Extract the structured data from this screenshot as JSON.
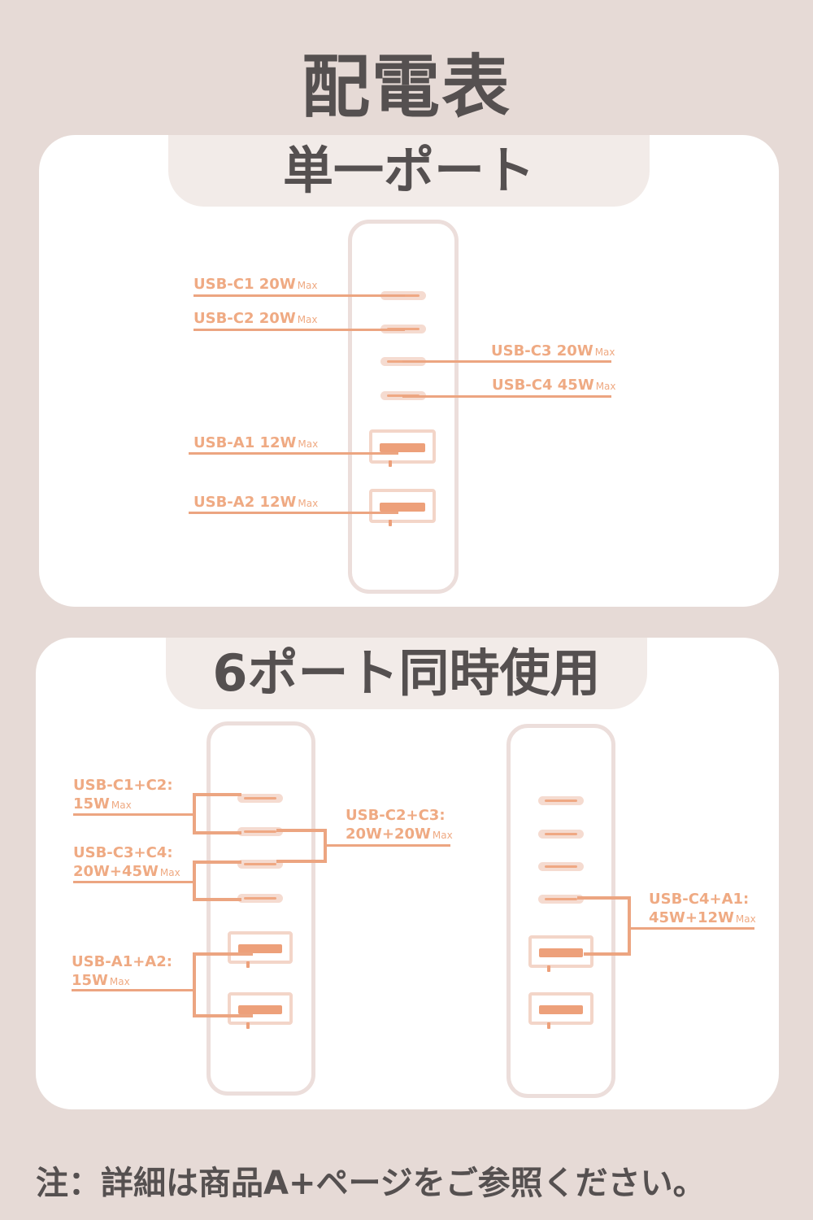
{
  "title": "配電表",
  "single": {
    "tab": "単一ポート",
    "labels": {
      "c1": "USB-C1 20W",
      "c2": "USB-C2 20W",
      "c3": "USB-C3 20W",
      "c4": "USB-C4 45W",
      "a1": "USB-A1 12W",
      "a2": "USB-A2 12W"
    }
  },
  "multi": {
    "tab": "6ポート同時使用",
    "labels": {
      "c1c2_l1": "USB-C1+C2:",
      "c1c2_l2": "15W",
      "c2c3_l1": "USB-C2+C3:",
      "c2c3_l2": "20W+20W",
      "c3c4_l1": "USB-C3+C4:",
      "c3c4_l2": "20W+45W",
      "a1a2_l1": "USB-A1+A2:",
      "a1a2_l2": "15W",
      "c4a1_l1": "USB-C4+A1:",
      "c4a1_l2": "45W+12W"
    }
  },
  "max_suffix": "Max",
  "note": "注：詳細は商品A+ページをご参照ください。",
  "colors": {
    "background": "#e6dad6",
    "accent": "#eca581",
    "text": "#555050",
    "card": "#ffffff"
  }
}
